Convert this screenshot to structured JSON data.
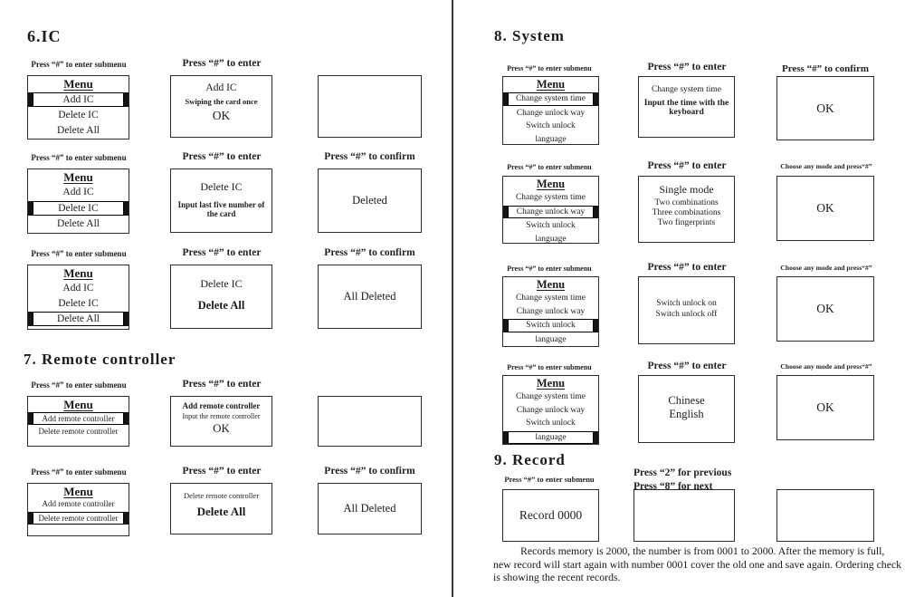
{
  "ic": {
    "heading": "6.IC",
    "r1": {
      "l1": "Press “#” to enter submenu",
      "menu": {
        "title": "Menu",
        "items": [
          "Add IC",
          "Delete IC",
          "Delete All"
        ]
      },
      "l2": "Press “#” to enter",
      "s2": [
        "Add IC",
        "Swiping the card once",
        "OK"
      ]
    },
    "r2": {
      "l1": "Press “#” to enter submenu",
      "menu": {
        "title": "Menu",
        "items": [
          "Add IC",
          "Delete IC",
          "Delete All"
        ]
      },
      "l2": "Press “#” to enter",
      "s2": [
        "Delete IC",
        "Input last five number of the card"
      ],
      "l3": "Press “#” to confirm",
      "s3": "Deleted"
    },
    "r3": {
      "l1": "Press “#” to enter submenu",
      "menu": {
        "title": "Menu",
        "items": [
          "Add IC",
          "Delete IC",
          "Delete All"
        ]
      },
      "l2": "Press “#” to enter",
      "s2": [
        "Delete IC",
        "Delete All"
      ],
      "l3": "Press “#” to confirm",
      "s3": "All Deleted"
    }
  },
  "rc": {
    "heading": "7. Remote controller",
    "r1": {
      "l1": "Press “#” to enter submenu",
      "menu": {
        "title": "Menu",
        "items": [
          "Add remote controller",
          "Delete remote controller"
        ]
      },
      "l2": "Press “#” to enter",
      "s2": [
        "Add remote controller",
        "Input the remote controller",
        "OK"
      ]
    },
    "r2": {
      "l1": "Press “#” to enter submenu",
      "menu": {
        "title": "Menu",
        "items": [
          "Add remote controller",
          "Delete remote controller"
        ]
      },
      "l2": "Press “#” to enter",
      "s2": [
        "Delete remote controller",
        "Delete All"
      ],
      "l3": "Press “#” to confirm",
      "s3": "All Deleted"
    }
  },
  "sys": {
    "heading": "8. System",
    "r1": {
      "l1": "Press “#” to enter submenu",
      "menu": {
        "title": "Menu",
        "items": [
          "Change system time",
          "Change unlock way",
          "Switch unlock",
          "language"
        ]
      },
      "l2": "Press “#” to enter",
      "s2": [
        "Change system time",
        "Input the time with the keyboard"
      ],
      "l3": "Press “#” to confirm",
      "s3": "OK"
    },
    "r2": {
      "l1": "Press “#” to enter submenu",
      "menu": {
        "title": "Menu",
        "items": [
          "Change system time",
          "Change unlock way",
          "Switch unlock",
          "language"
        ]
      },
      "l2": "Press “#” to enter",
      "s2": [
        "Single mode",
        "Two combinations",
        "Three combinations",
        "Two fingerprints"
      ],
      "l3": "Choose any mode and press“#”",
      "s3": "OK"
    },
    "r3": {
      "l1": "Press “#” to enter submenu",
      "menu": {
        "title": "Menu",
        "items": [
          "Change system time",
          "Change unlock way",
          "Switch unlock",
          "language"
        ]
      },
      "l2": "Press “#” to enter",
      "s2": [
        "Switch unlock on",
        "Switch unlock off"
      ],
      "l3": "Choose any mode and press“#”",
      "s3": "OK"
    },
    "r4": {
      "l1": "Press “#” to enter submenu",
      "menu": {
        "title": "Menu",
        "items": [
          "Change system time",
          "Change unlock way",
          "Switch unlock",
          "language"
        ]
      },
      "l2": "Press “#” to enter",
      "s2": [
        "Chinese",
        "English"
      ],
      "l3": "Choose any mode and press“#”",
      "s3": "OK"
    }
  },
  "rec": {
    "heading": "9. Record",
    "l1": "Press “#” to enter submenu",
    "s1": "Record 0000",
    "l2a": "Press “2” for previous",
    "l2b": "Press “8” for next",
    "note": "Records memory is 2000, the number is from 0001 to 2000. After the memory is full, new record will start again with number 0001 cover the old one and save again. Ordering check is showing the recent records."
  }
}
